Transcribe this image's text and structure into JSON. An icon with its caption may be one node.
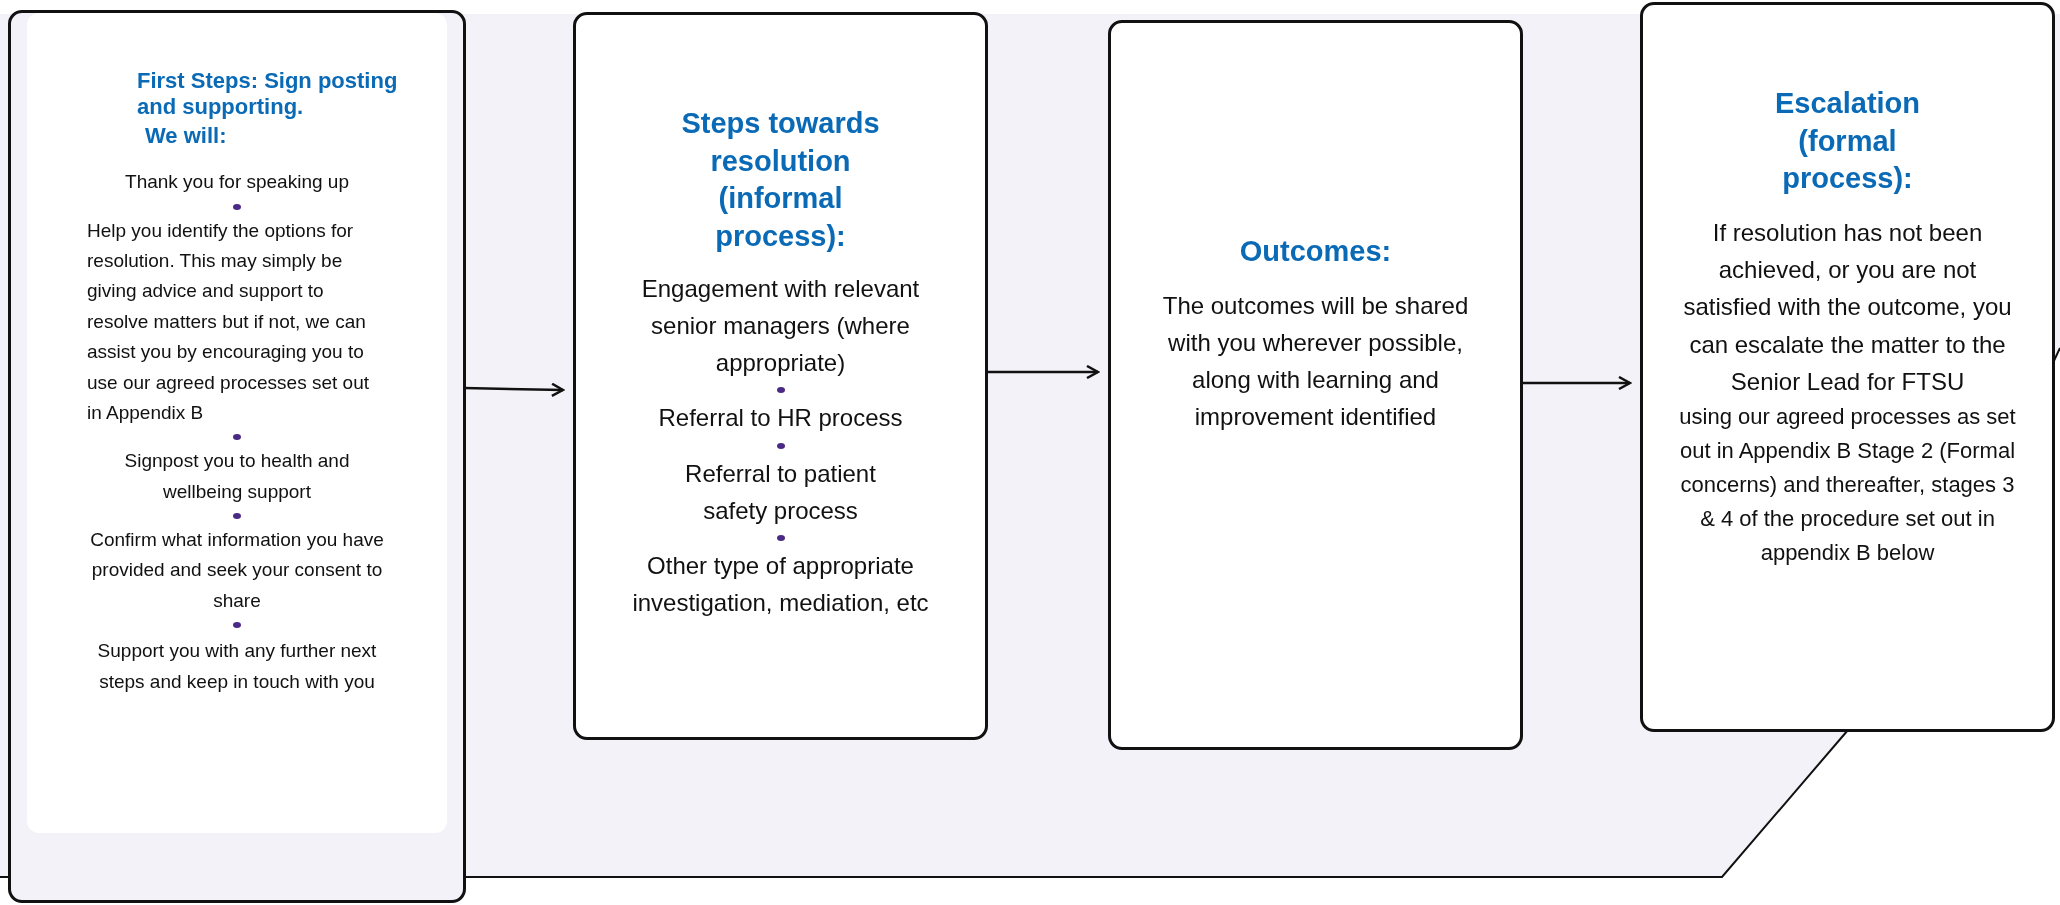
{
  "diagram": {
    "nodes": [
      {
        "text": [
          "First Steps: Sign posting and supporting.",
          "We will:",
          "Thank you for speaking up",
          "Help you identify the options for resolution. This may simply be giving advice and support to resolve matters but if not, we can assist you by encouraging you to use our agreed processes set out in Appendix B",
          "Signpost you to health and wellbeing support",
          "Confirm what information you have provided and seek your consent to share",
          "Support you with any further next steps and keep in touch with you"
        ]
      },
      {
        "text": [
          "Steps towards resolution (informal process):",
          "Engagement with relevant senior managers (where appropriate)",
          "Referral to HR process",
          "Referral to patient safety process",
          "Other type of appropriate investigation, mediation, etc"
        ]
      },
      {
        "text": [
          "Outcomes:",
          "The outcomes will be shared with you wherever possible, along with learning and improvement identified"
        ]
      },
      {
        "text": [
          "Escalation (formal process):",
          "If resolution has not been achieved, or you are not satisfied with the outcome, you can escalate the matter to the Senior Lead for FTSU",
          "using our agreed processes as set out in Appendix B Stage 2 (Formal concerns) and thereafter, stages 3 & 4 of the procedure set out in appendix B below"
        ]
      }
    ],
    "edges": [
      {
        "from": 0,
        "to": 1,
        "arrow": "to"
      },
      {
        "from": 1,
        "to": 2,
        "arrow": "to"
      },
      {
        "from": 2,
        "to": 3,
        "arrow": "to"
      }
    ]
  }
}
